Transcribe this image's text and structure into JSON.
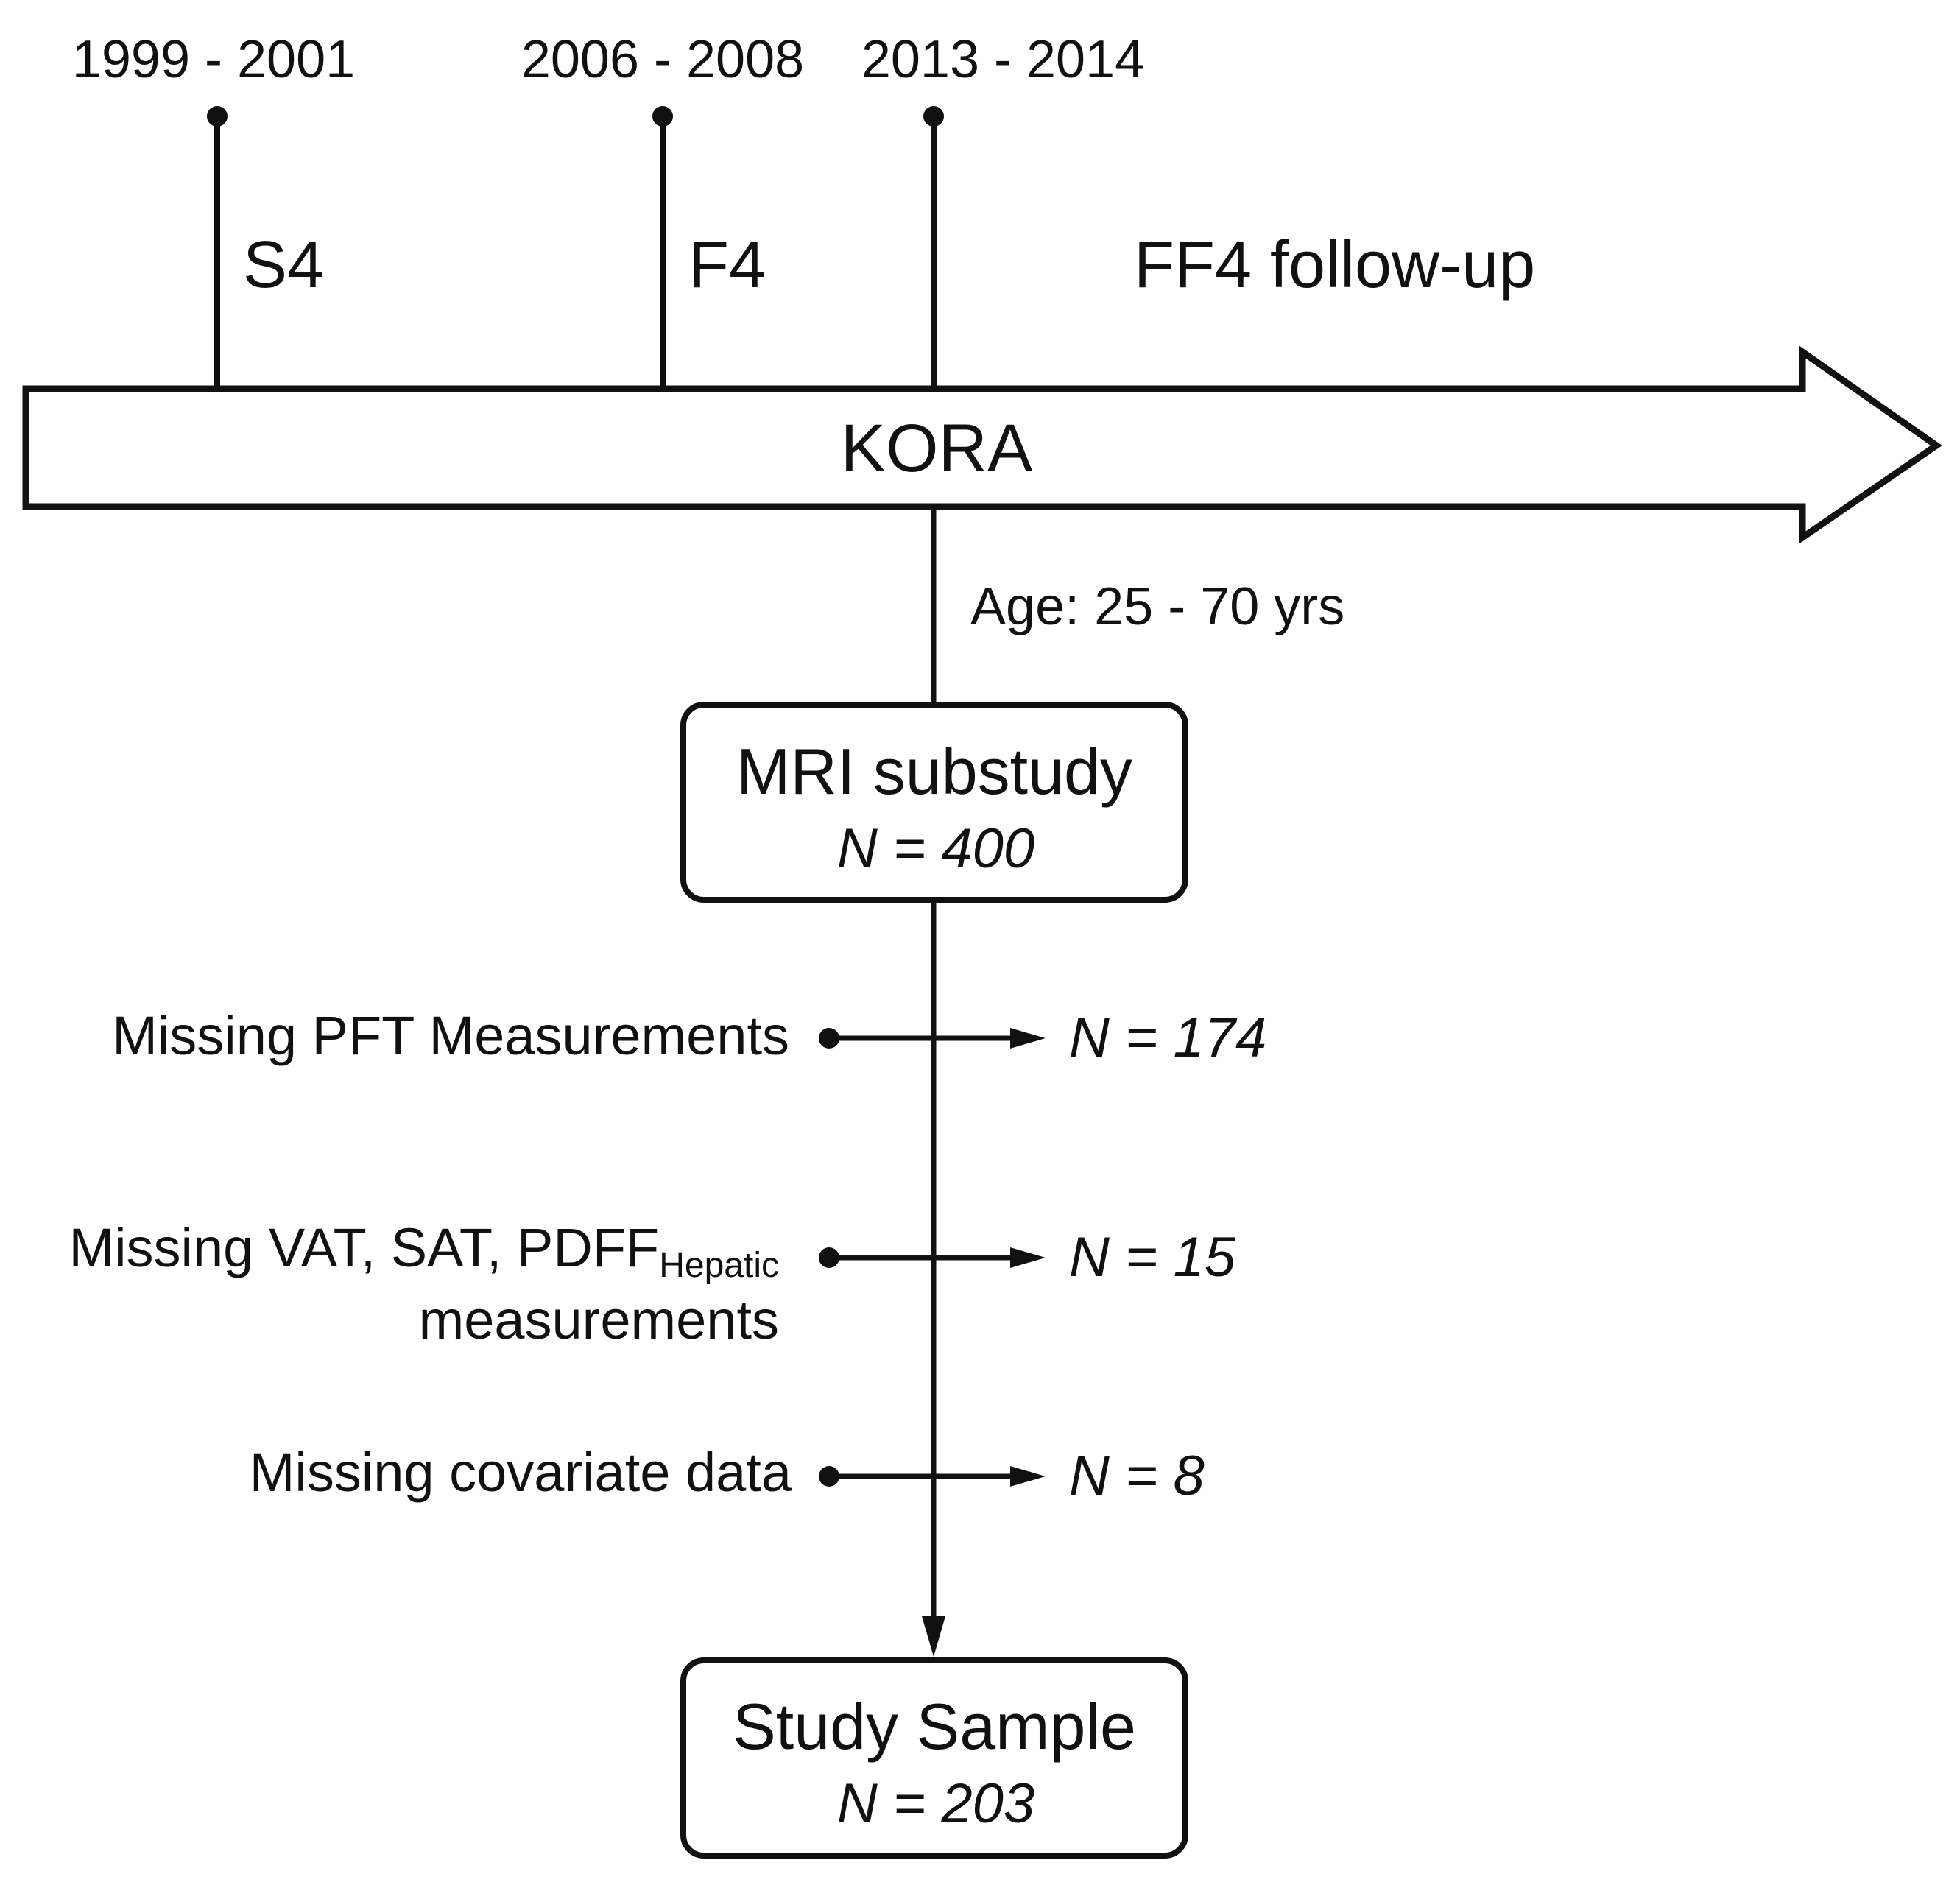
{
  "timeline": {
    "years": [
      "1999 - 2001",
      "2006 - 2008",
      "2013 - 2014"
    ],
    "phases": [
      "S4",
      "F4",
      "FF4 follow-up"
    ],
    "band_label": "KORA",
    "age_note": "Age: 25 - 70 yrs"
  },
  "mri_box": {
    "title": "MRI substudy",
    "count": "N = 400"
  },
  "exclusions": [
    {
      "label": "Missing PFT Measurements",
      "count": "N = 174"
    },
    {
      "label": "Missing VAT, SAT, PDFF",
      "subscript": "Hepatic",
      "label_line2": "measurements",
      "count": "N = 15"
    },
    {
      "label": "Missing covariate data",
      "count": "N = 8"
    }
  ],
  "final_box": {
    "title": "Study Sample",
    "count": "N = 203"
  }
}
